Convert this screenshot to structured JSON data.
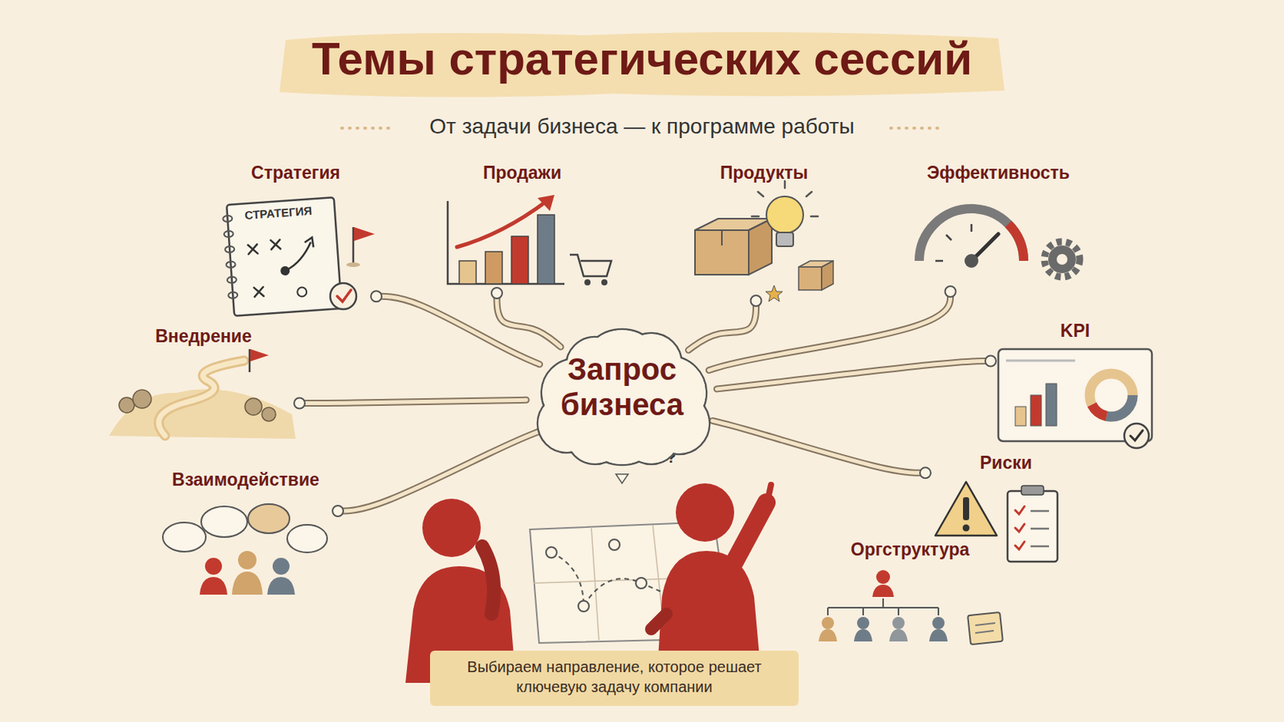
{
  "diagram": {
    "title": "Темы стратегических сессий",
    "nodes": [
      {
        "text": [
          "Стратегия"
        ]
      },
      {
        "text": [
          "Продажи"
        ]
      },
      {
        "text": [
          "Продукты"
        ]
      },
      {
        "text": [
          "Эффективность"
        ]
      },
      {
        "text": [
          "Внедрение"
        ]
      },
      {
        "text": [
          "Запрос бизнеса"
        ]
      },
      {
        "text": [
          "KPI"
        ]
      },
      {
        "text": [
          "Взаимодействие"
        ]
      },
      {
        "text": [
          "Риски"
        ]
      },
      {
        "text": [
          "Оргструктура"
        ]
      },
      {
        "text": [
          "Выбираем направление, которое решает ключевую задачу компании"
        ]
      }
    ],
    "edges": [
      {
        "from": 5,
        "to": 0,
        "arrow": "none"
      },
      {
        "from": 5,
        "to": 1,
        "arrow": "none"
      },
      {
        "from": 5,
        "to": 2,
        "arrow": "none"
      },
      {
        "from": 5,
        "to": 3,
        "arrow": "none"
      },
      {
        "from": 5,
        "to": 4,
        "arrow": "none"
      },
      {
        "from": 5,
        "to": 6,
        "arrow": "none"
      },
      {
        "from": 5,
        "to": 7,
        "arrow": "none"
      },
      {
        "from": 5,
        "to": 8,
        "arrow": "none"
      }
    ],
    "labels": [
      "От задачи бизнеса — к программе работы",
      "СТРАТЕГИЯ",
      "?",
      "?",
      "?",
      "?"
    ]
  }
}
